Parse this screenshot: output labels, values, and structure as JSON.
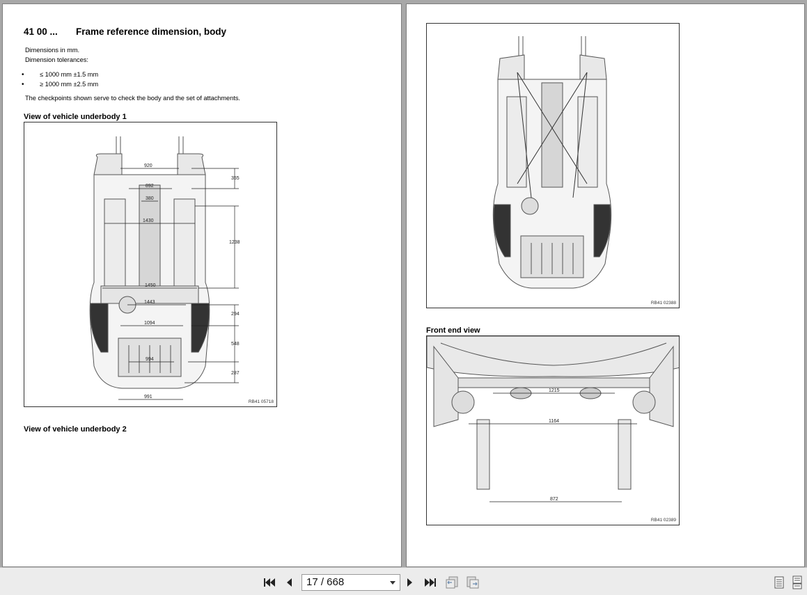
{
  "doc": {
    "section_number": "41 00 ...",
    "section_title": "Frame reference dimension, body",
    "intro_line1": "Dimensions in mm.",
    "intro_line2": "Dimension tolerances:",
    "tolerance1": "≤ 1000 mm ±1.5 mm",
    "tolerance2": "≥ 1000 mm ±2.5 mm",
    "checkpoints_note": "The checkpoints shown serve to check the body and the set of attachments.",
    "heading_underbody1": "View of vehicle underbody 1",
    "heading_underbody2": "View of vehicle underbody 2",
    "heading_front_end": "Front end view"
  },
  "figures": {
    "underbody1": {
      "code": "RB41 05718",
      "dims": {
        "d920": "920",
        "d892": "892",
        "d380": "380",
        "d1430": "1430",
        "d1450": "1450",
        "d1443": "1443",
        "d1094": "1094",
        "d994": "994",
        "d991": "991",
        "d355": "355",
        "d1238": "1238",
        "d294": "294",
        "d548": "548",
        "d287": "287"
      }
    },
    "underbody2": {
      "code": "RB41 02388"
    },
    "front_end": {
      "code": "RB41 02389",
      "dims": {
        "d1215": "1215",
        "d1164": "1164",
        "d872": "872"
      }
    }
  },
  "toolbar": {
    "page_indicator": "17 / 668"
  }
}
